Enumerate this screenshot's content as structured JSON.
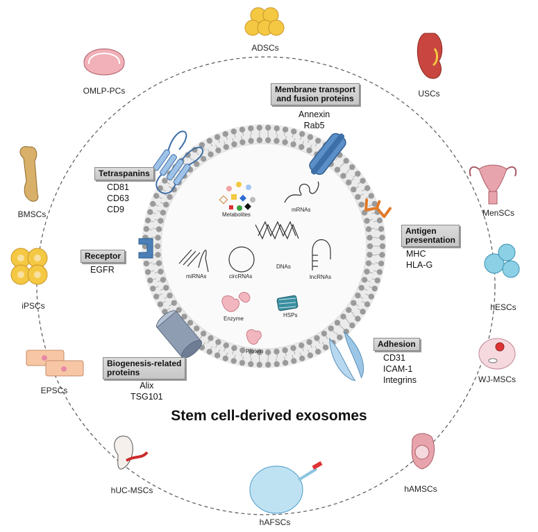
{
  "title": "Stem cell-derived exosomes",
  "cells": {
    "adscs": "ADSCs",
    "uscs": "USCs",
    "menscs": "MenSCs",
    "hescs": "hESCs",
    "wjmscs": "WJ-MSCs",
    "hamscs": "hAMSCs",
    "hafscs": "hAFSCs",
    "hucmscs": "hUC-MSCs",
    "epscs": "EPSCs",
    "ipscs": "iPSCs",
    "bmscs": "BMSCs",
    "omlppcs": "OMLP-PCs"
  },
  "groups": {
    "membrane": {
      "title_l1": "Membrane transport",
      "title_l2": "and fusion proteins",
      "items": [
        "Annexin",
        "Rab5"
      ]
    },
    "tetraspanins": {
      "title": "Tetraspanins",
      "items": [
        "CD81",
        "CD63",
        "CD9"
      ]
    },
    "receptor": {
      "title": "Receptor",
      "items": [
        "EGFR"
      ]
    },
    "antigen": {
      "title_l1": "Antigen",
      "title_l2": "presentation",
      "items": [
        "MHC",
        "HLA-G"
      ]
    },
    "adhesion": {
      "title": "Adhesion",
      "items": [
        "CD31",
        "ICAM-1",
        "Integrins"
      ]
    },
    "biogenesis": {
      "title_l1": "Biogenesis-related",
      "title_l2": "proteins",
      "items": [
        "Alix",
        "TSG101"
      ]
    }
  },
  "cargo": {
    "metabolites": "Metabolites",
    "mrnas": "mRNAs",
    "dnas": "DNAs",
    "mirnas": "miRNAs",
    "circrnas": "circRNAs",
    "lncrnas": "lncRNAs",
    "enzyme": "Enzyme",
    "hsps": "HSPs",
    "protein": "Protein"
  },
  "colors": {
    "lipid_head": "#9a9a9a",
    "membrane_fill": "#ebebeb",
    "lumen": "#fafafa",
    "channel_blue": "#5b8fc7",
    "receptor_blue": "#4a7fb8",
    "antigen_orange": "#e07a2a",
    "cell_yellow": "#f4c842",
    "kidney_red": "#c8463f",
    "uterus_pink": "#e8a4ad"
  }
}
